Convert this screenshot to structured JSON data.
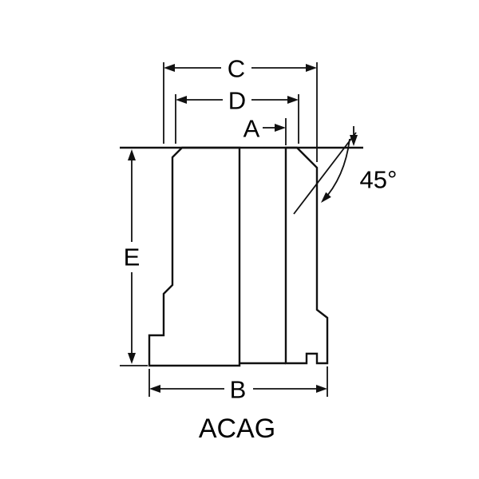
{
  "drawing": {
    "part_label": "ACAG",
    "dimensions": {
      "c": "C",
      "d": "D",
      "a": "A",
      "e": "E",
      "b": "B"
    },
    "angle_label": "45°",
    "colors": {
      "section_fill": "#c9c9c9",
      "line": "#000000",
      "background": "#ffffff"
    }
  }
}
